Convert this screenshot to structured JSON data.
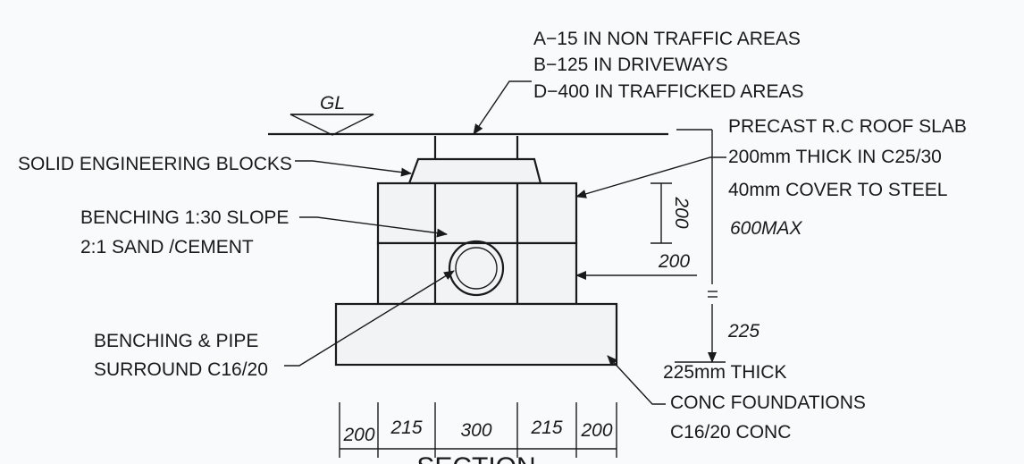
{
  "load_class_notes": [
    "A−15 IN NON TRAFFIC AREAS",
    "B−125 IN DRIVEWAYS",
    "D−400 IN TRAFFICKED AREAS"
  ],
  "ground_level_label": "GL",
  "solid_blocks_label": "SOLID ENGINEERING BLOCKS",
  "roof_slab_notes": [
    "PRECAST R.C ROOF SLAB",
    "200mm THICK IN C25/30",
    "40mm COVER TO STEEL"
  ],
  "benching_slope_notes": [
    "BENCHING 1:30 SLOPE",
    "2:1 SAND /CEMENT"
  ],
  "benching_pipe_notes": [
    "BENCHING & PIPE",
    "SURROUND C16/20"
  ],
  "foundation_notes": [
    "225mm THICK",
    "CONC FOUNDATIONS",
    "C16/20 CONC"
  ],
  "dimensions": {
    "slab_thickness": "200",
    "max_depth": "600MAX",
    "wall_thickness": "200",
    "foundation_thickness": "225",
    "bottom_widths": [
      "200",
      "215",
      "300",
      "215",
      "200"
    ]
  },
  "section_title_partial": "SECTION"
}
